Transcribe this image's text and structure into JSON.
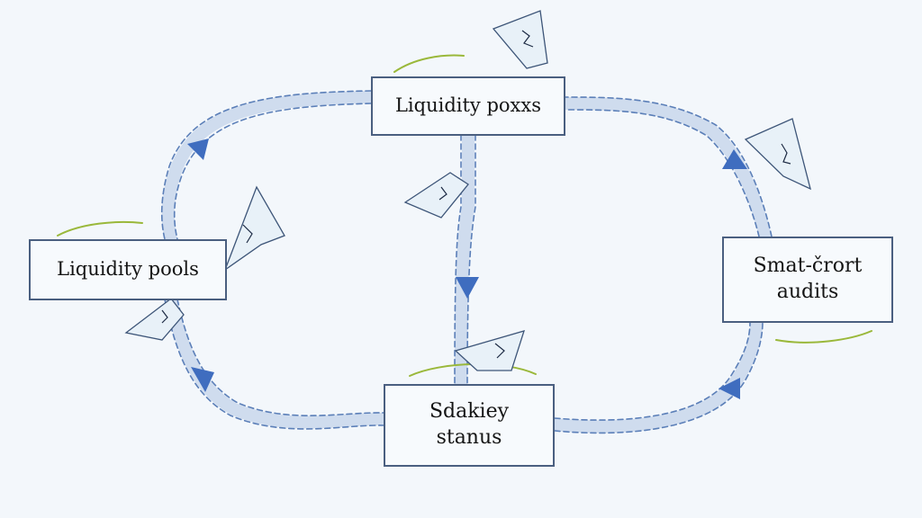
{
  "nodes": {
    "top": {
      "label": "Liquidity poxxs"
    },
    "left": {
      "label": "Liquidity pools"
    },
    "right": {
      "line1": "Smat-črort",
      "line2": "audits"
    },
    "bottom": {
      "line1": "Sdakiey",
      "line2": "stanus"
    }
  },
  "colors": {
    "line": "#5b7fb8",
    "band": "#c9d8ec",
    "arrow": "#3f6dbf",
    "accent": "#9ab83a",
    "border": "#4a5f80"
  }
}
